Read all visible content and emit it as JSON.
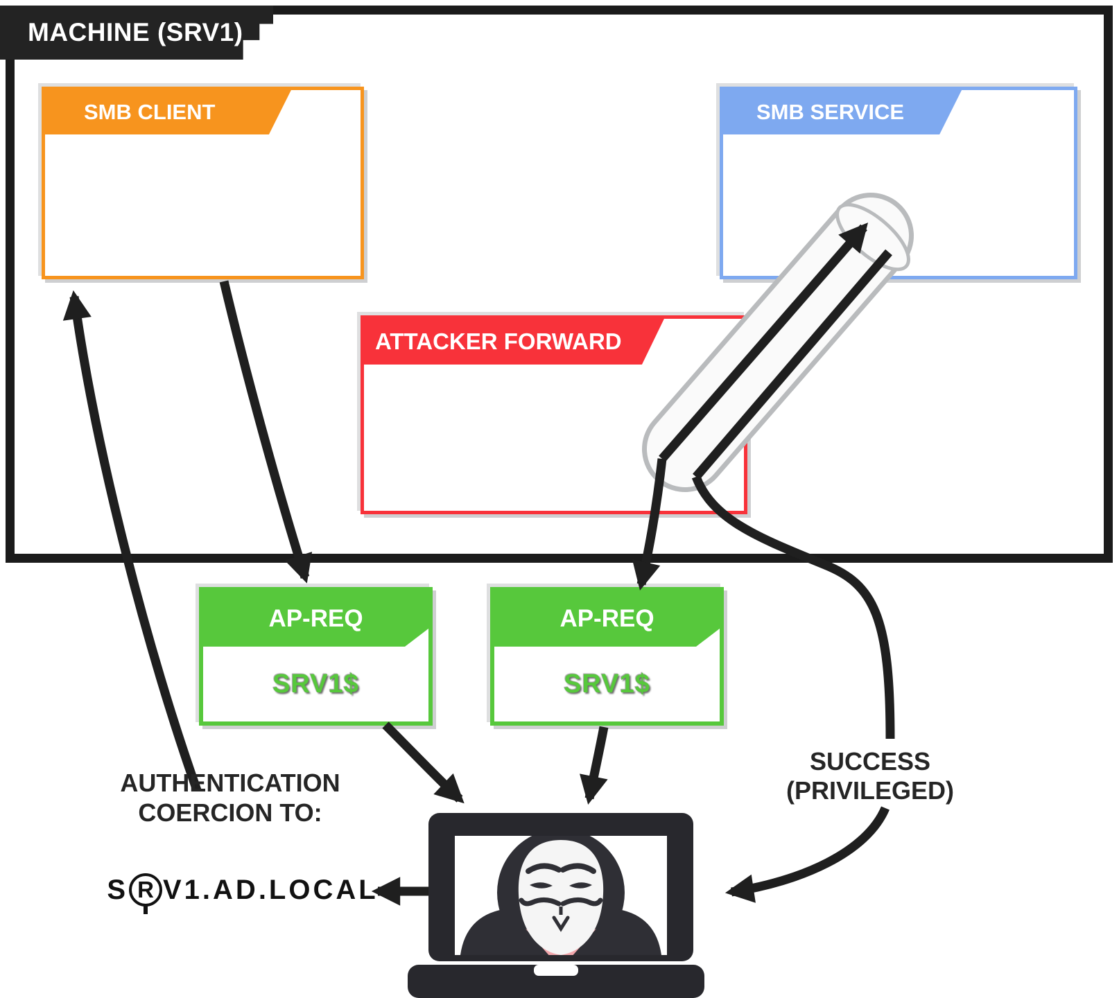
{
  "machine": {
    "label": "MACHINE (SRV1)"
  },
  "boxes": {
    "smb_client": {
      "title": "SMB CLIENT"
    },
    "smb_service": {
      "title": "SMB SERVICE"
    },
    "attacker_forward": {
      "title": "ATTACKER FORWARD"
    },
    "ap_req_left": {
      "title": "AP-REQ",
      "ticket": "SRV1$"
    },
    "ap_req_right": {
      "title": "AP-REQ",
      "ticket": "SRV1$"
    }
  },
  "annotations": {
    "coercion_line1": "AUTHENTICATION",
    "coercion_line2": "COERCION TO:",
    "target_prefix": "S",
    "target_highlight": "R",
    "target_suffix": "V1.AD.LOCAL",
    "success_line1": "SUCCESS",
    "success_line2": "(PRIVILEGED)"
  },
  "icons": {
    "relay_pipe": "pipe-relay-icon",
    "attacker": "anonymous-mask-laptop-icon"
  },
  "colors": {
    "machine-border": "#1b1b1b",
    "label-bg": "#232323",
    "smb-client-c": "#F7941E",
    "smb-service-c": "#7EA9F0",
    "attacker-c": "#F8323A",
    "apreq-c": "#57C83C",
    "connector": "#1f1f1f",
    "laptop-c": "#28282d"
  }
}
